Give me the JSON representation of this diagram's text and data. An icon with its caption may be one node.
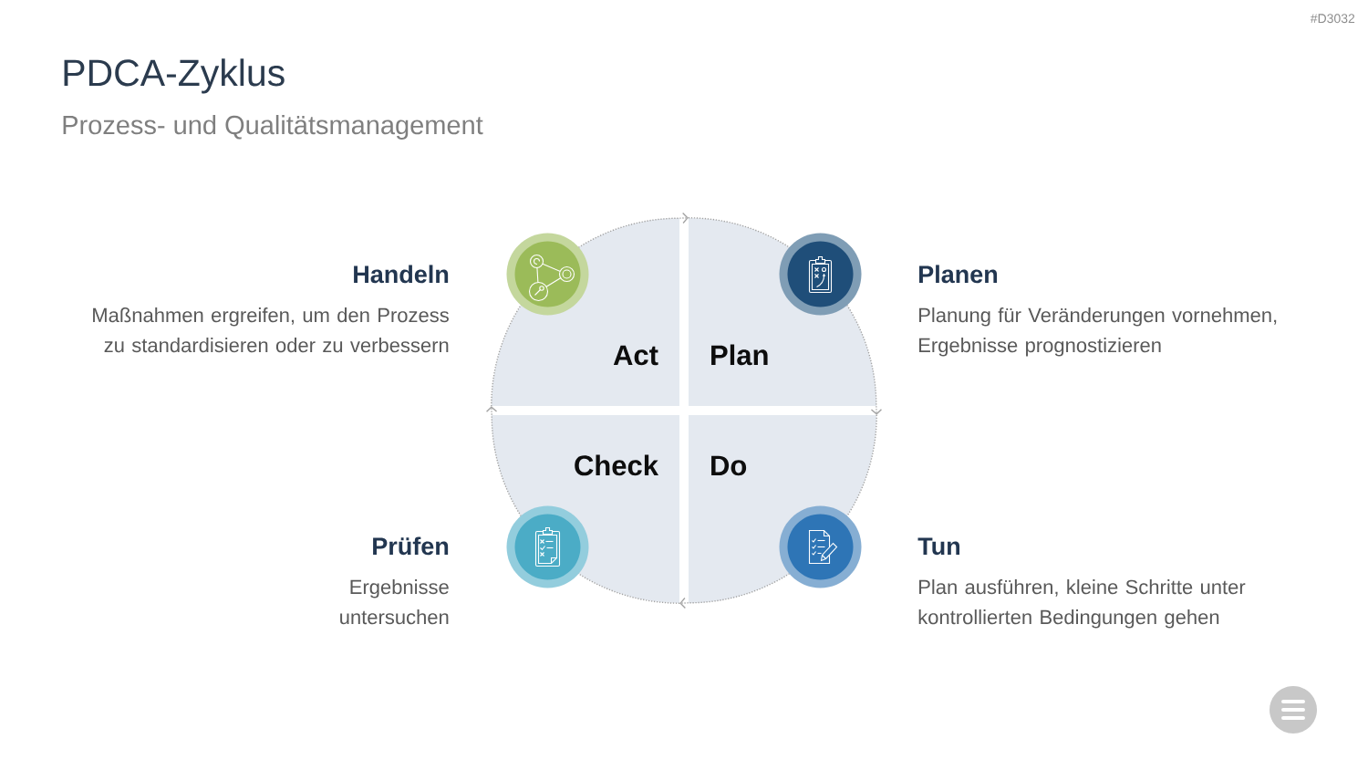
{
  "diagram": {
    "title": "PDCA-Zyklus",
    "nodes": [
      {
        "text": [
          "Act"
        ],
        "beside": [
          "Handeln",
          "Maßnahmen ergreifen, um den Prozess zu standardisieren oder zu verbessern"
        ]
      },
      {
        "text": [
          "Plan"
        ],
        "beside": [
          "Planen",
          "Planung für Veränderungen vornehmen, Ergebnisse prognostizieren"
        ]
      },
      {
        "text": [
          "Check"
        ],
        "beside": [
          "Prüfen",
          "Ergebnisse untersuchen"
        ]
      },
      {
        "text": [
          "Do"
        ],
        "beside": [
          "Tun",
          "Plan ausführen, kleine Schritte unter kontrollierten Bedingungen gehen"
        ]
      }
    ],
    "edges": [
      {
        "from": 0,
        "to": 1,
        "arrow": "to",
        "style": "dashed"
      },
      {
        "from": 1,
        "to": 3,
        "arrow": "to",
        "style": "dashed"
      },
      {
        "from": 3,
        "to": 2,
        "arrow": "to",
        "style": "dashed"
      },
      {
        "from": 2,
        "to": 0,
        "arrow": "to",
        "style": "dashed"
      }
    ],
    "labels": [
      "#D3032",
      "Prozess- und Qualitätsmanagement"
    ]
  }
}
